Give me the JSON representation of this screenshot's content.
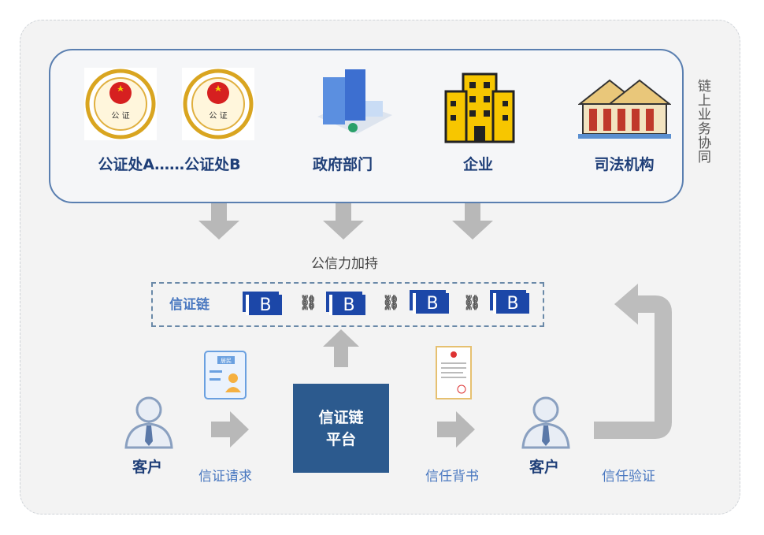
{
  "side_label": "链上业务协同",
  "orgs": [
    {
      "label": "公证处A……公证处B"
    },
    {
      "label": "政府部门"
    },
    {
      "label": "企业"
    },
    {
      "label": "司法机构"
    }
  ],
  "seal_text": "公 证",
  "credit_label": "公信力加持",
  "chain": {
    "label": "信证链",
    "block_letter": "B"
  },
  "platform": {
    "line1": "信证链",
    "line2": "平台"
  },
  "customer_left": "客户",
  "customer_right": "客户",
  "request_label": "信证请求",
  "endorse_label": "信任背书",
  "verify_label": "信任验证",
  "id_card_text": "居民",
  "colors": {
    "primary": "#2c5a8e",
    "block": "#1c47a8",
    "arrow": "#b8b8b8"
  }
}
